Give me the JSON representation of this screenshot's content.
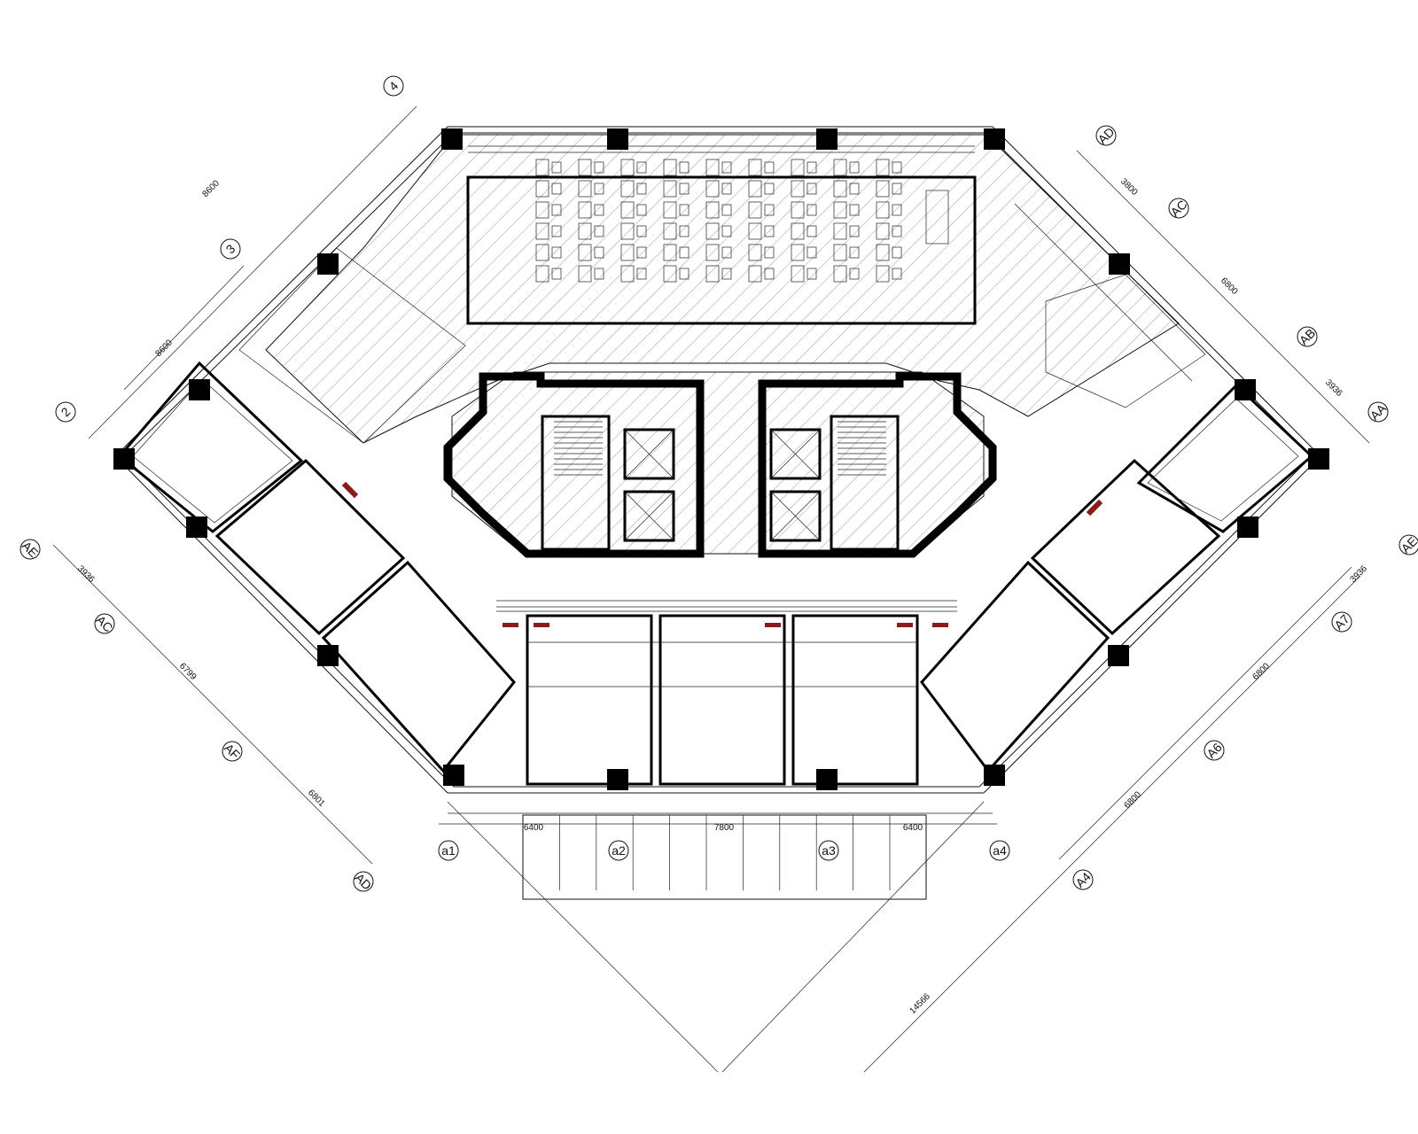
{
  "grid_labels": {
    "g4": "4",
    "g3": "3",
    "g2": "2",
    "AD_top": "AD",
    "AC_right": "AC",
    "AB_right": "AB",
    "AA_right": "AA",
    "AE_left": "AE",
    "AC_left": "AC",
    "AF_left": "AF",
    "AD_bottom": "AD",
    "AE_right": "AE",
    "A7_right": "A7",
    "A6_right": "A6",
    "A4_right": "A4",
    "a1": "a1",
    "a2": "a2",
    "a3": "a3",
    "a4": "a4"
  },
  "dimensions": {
    "left_top": "8600",
    "left_mid": "8600",
    "left_3936": "3936",
    "left_6799": "6799",
    "left_6801": "6801",
    "right_3800": "3800",
    "right_6800_top": "6800",
    "right_3936_top": "3936",
    "right_3936_bottom": "3936",
    "right_6800_mid": "6800",
    "right_6800_bottom": "6800",
    "bottom_6400_left": "6400",
    "bottom_7800": "7800",
    "bottom_6400_right": "6400",
    "overall_14566": "14566"
  }
}
